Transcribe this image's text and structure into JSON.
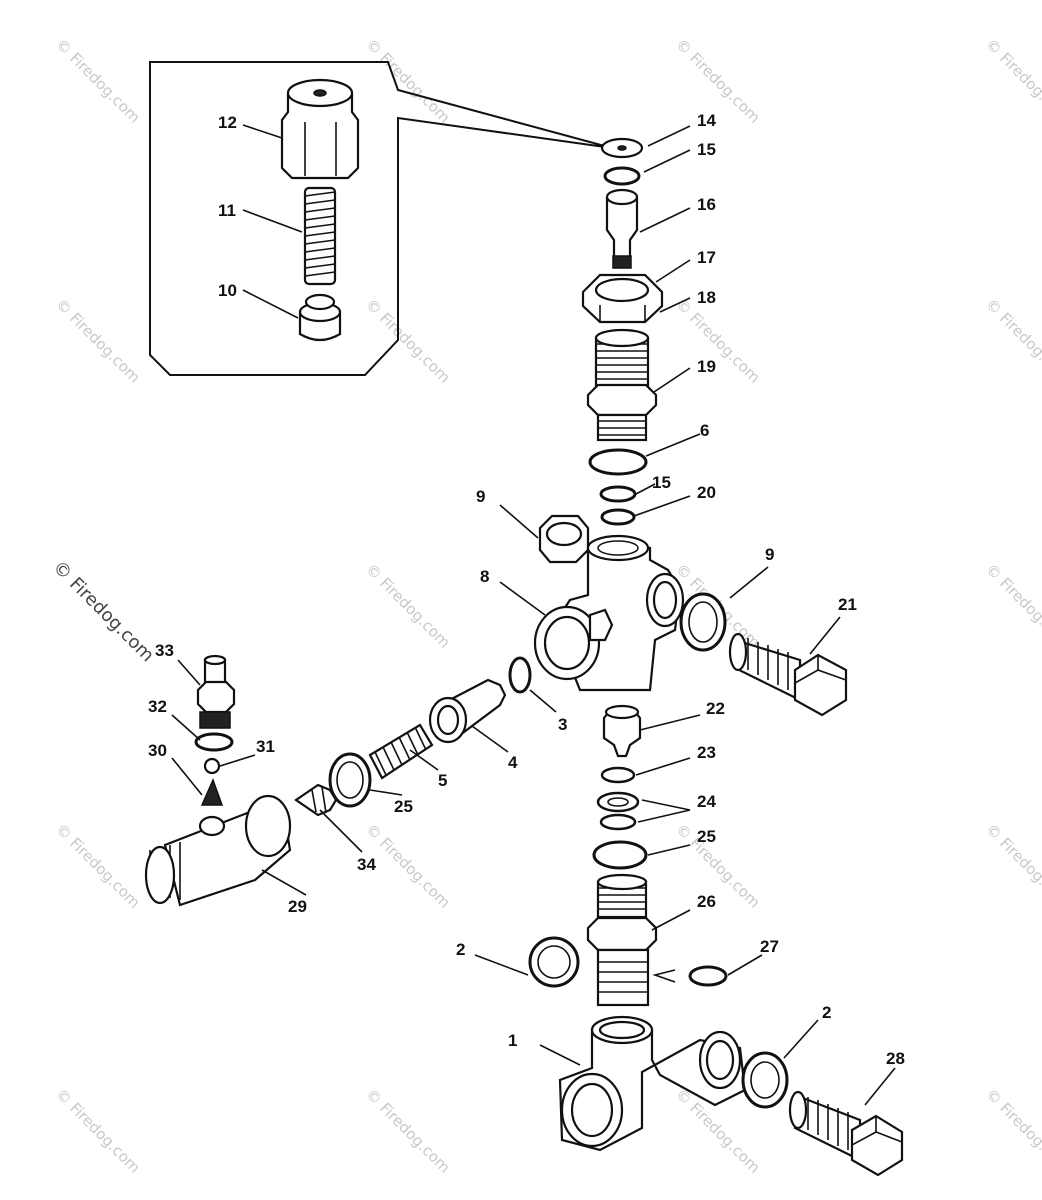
{
  "watermark": {
    "text": "© Firedog.com"
  },
  "diagram": {
    "callouts": [
      "1",
      "2",
      "2",
      "3",
      "4",
      "5",
      "6",
      "8",
      "9",
      "9",
      "10",
      "11",
      "12",
      "14",
      "15",
      "15",
      "16",
      "17",
      "18",
      "19",
      "20",
      "21",
      "22",
      "23",
      "24",
      "25",
      "25",
      "26",
      "27",
      "28",
      "29",
      "30",
      "31",
      "32",
      "33",
      "34"
    ]
  }
}
